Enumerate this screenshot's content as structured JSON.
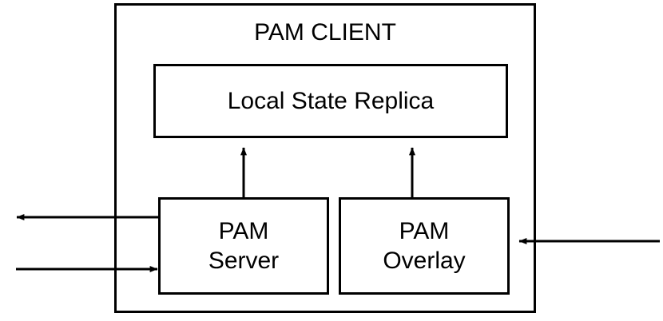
{
  "diagram": {
    "title": "PAM CLIENT",
    "container": {
      "label": "PAM CLIENT",
      "border_color": "#000000"
    },
    "nodes": [
      {
        "id": "local-state-replica",
        "label": "Local State Replica"
      },
      {
        "id": "pam-server",
        "label": "PAM\nServer",
        "line1": "PAM",
        "line2": "Server"
      },
      {
        "id": "pam-overlay",
        "label": "PAM\nOverlay",
        "line1": "PAM",
        "line2": "Overlay"
      }
    ],
    "connectors": [
      {
        "id": "server-to-replica",
        "from": "pam-server",
        "to": "local-state-replica",
        "direction": "up",
        "style": "solid-arrow"
      },
      {
        "id": "overlay-to-replica",
        "from": "pam-overlay",
        "to": "local-state-replica",
        "direction": "up",
        "style": "solid-arrow"
      },
      {
        "id": "server-outbound-left",
        "from": "pam-server",
        "to": "external-left",
        "direction": "left",
        "style": "solid-arrow"
      },
      {
        "id": "server-inbound-left",
        "from": "external-left",
        "to": "pam-server",
        "direction": "right",
        "style": "solid-arrow"
      },
      {
        "id": "overlay-inbound-right",
        "from": "external-right",
        "to": "pam-overlay",
        "direction": "left",
        "style": "solid-arrow"
      }
    ],
    "colors": {
      "stroke": "#000000",
      "fill": "#ffffff",
      "text": "#000000"
    }
  }
}
